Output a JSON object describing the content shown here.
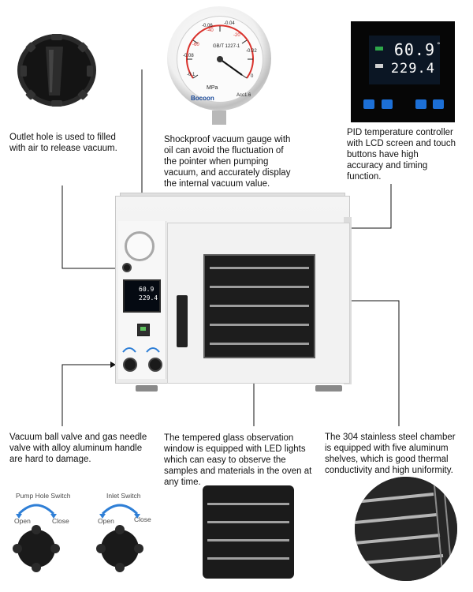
{
  "captions": {
    "outlet": [
      "Outlet hole is used to filled",
      "with air to release vacuum."
    ],
    "gauge": [
      "Shockproof vacuum gauge with",
      "oil can avoid the fluctuation of",
      "the pointer when pumping",
      "vacuum, and accurately display",
      "the internal vacuum value."
    ],
    "controller": [
      "PID temperature controller",
      "with LCD screen and touch",
      "buttons have high",
      "accuracy and timing",
      "function."
    ],
    "valve": [
      "Vacuum ball valve and gas needle",
      "valve with alloy aluminum handle",
      "are hard to damage."
    ],
    "window": [
      "The tempered glass observation",
      "window is equipped with LED lights",
      "which can easy to observe the",
      "samples and materials in the oven at",
      "any time."
    ],
    "chamber": [
      "The 304 stainless steel chamber",
      "is equipped with  five aluminum",
      "shelves, which is good thermal",
      "conductivity and high uniformity."
    ]
  },
  "gauge": {
    "brand": "Bocoon",
    "unit": "MPa",
    "model": "GB/T 1227-1",
    "accuracy": "Acc1.6",
    "ticks": [
      "-0.1",
      "-0.08",
      "-0.06",
      "-0.04",
      "-0.02",
      "0"
    ],
    "inner_ticks": [
      "-76",
      "-60",
      "-40",
      "-20",
      "-10",
      "0"
    ]
  },
  "controller": {
    "pv": "60.9",
    "pv_unit": "°",
    "sv": "229.4",
    "panel_pv": "60.9",
    "panel_sv": "229.4"
  },
  "valves": {
    "pump_label": "Pump Hole Switch",
    "inlet_label": "Inlet Switch",
    "open": "Open",
    "close": "Close"
  },
  "colors": {
    "leader_line": "#111111",
    "switch_arrow": "#2f7fd6",
    "controller_button": "#1c6fd6"
  }
}
